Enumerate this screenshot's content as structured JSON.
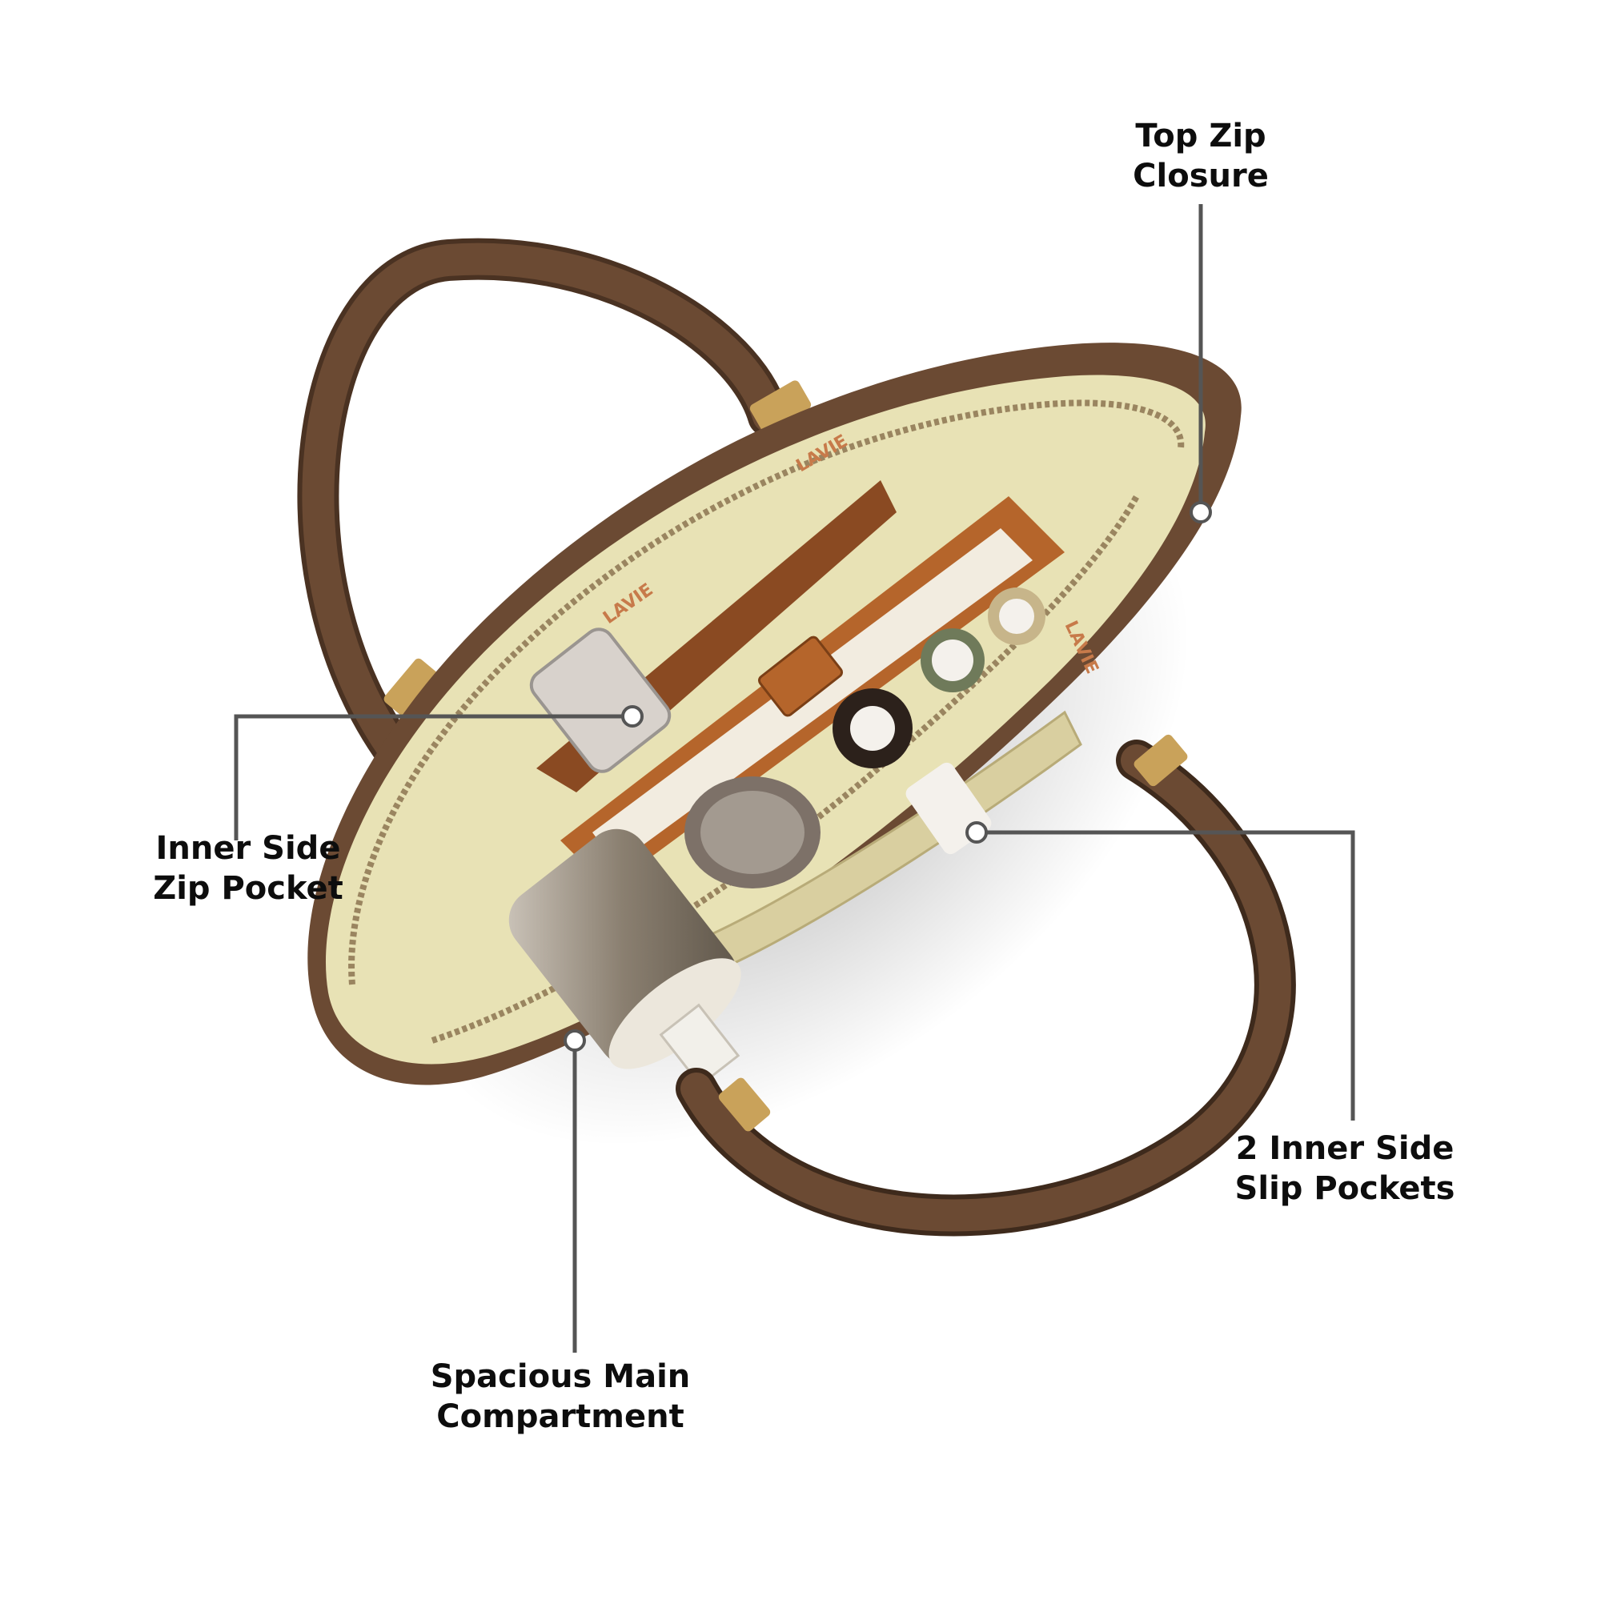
{
  "callouts": {
    "top_zip": {
      "line1": "Top Zip",
      "line2": "Closure"
    },
    "inner_zip_pocket": {
      "line1": "Inner Side",
      "line2": "Zip Pocket"
    },
    "slip_pockets": {
      "line1": "2 Inner Side",
      "line2": "Slip Pockets"
    },
    "main_compartment": {
      "line1": "Spacious Main",
      "line2": "Compartment"
    }
  },
  "bag": {
    "lining_text": "LAVIE",
    "colors": {
      "leather": "#6b4a33",
      "leather_dark": "#4a3222",
      "lining": "#e8e2b5",
      "tan": "#b5652b",
      "callout_line": "#555555"
    }
  }
}
